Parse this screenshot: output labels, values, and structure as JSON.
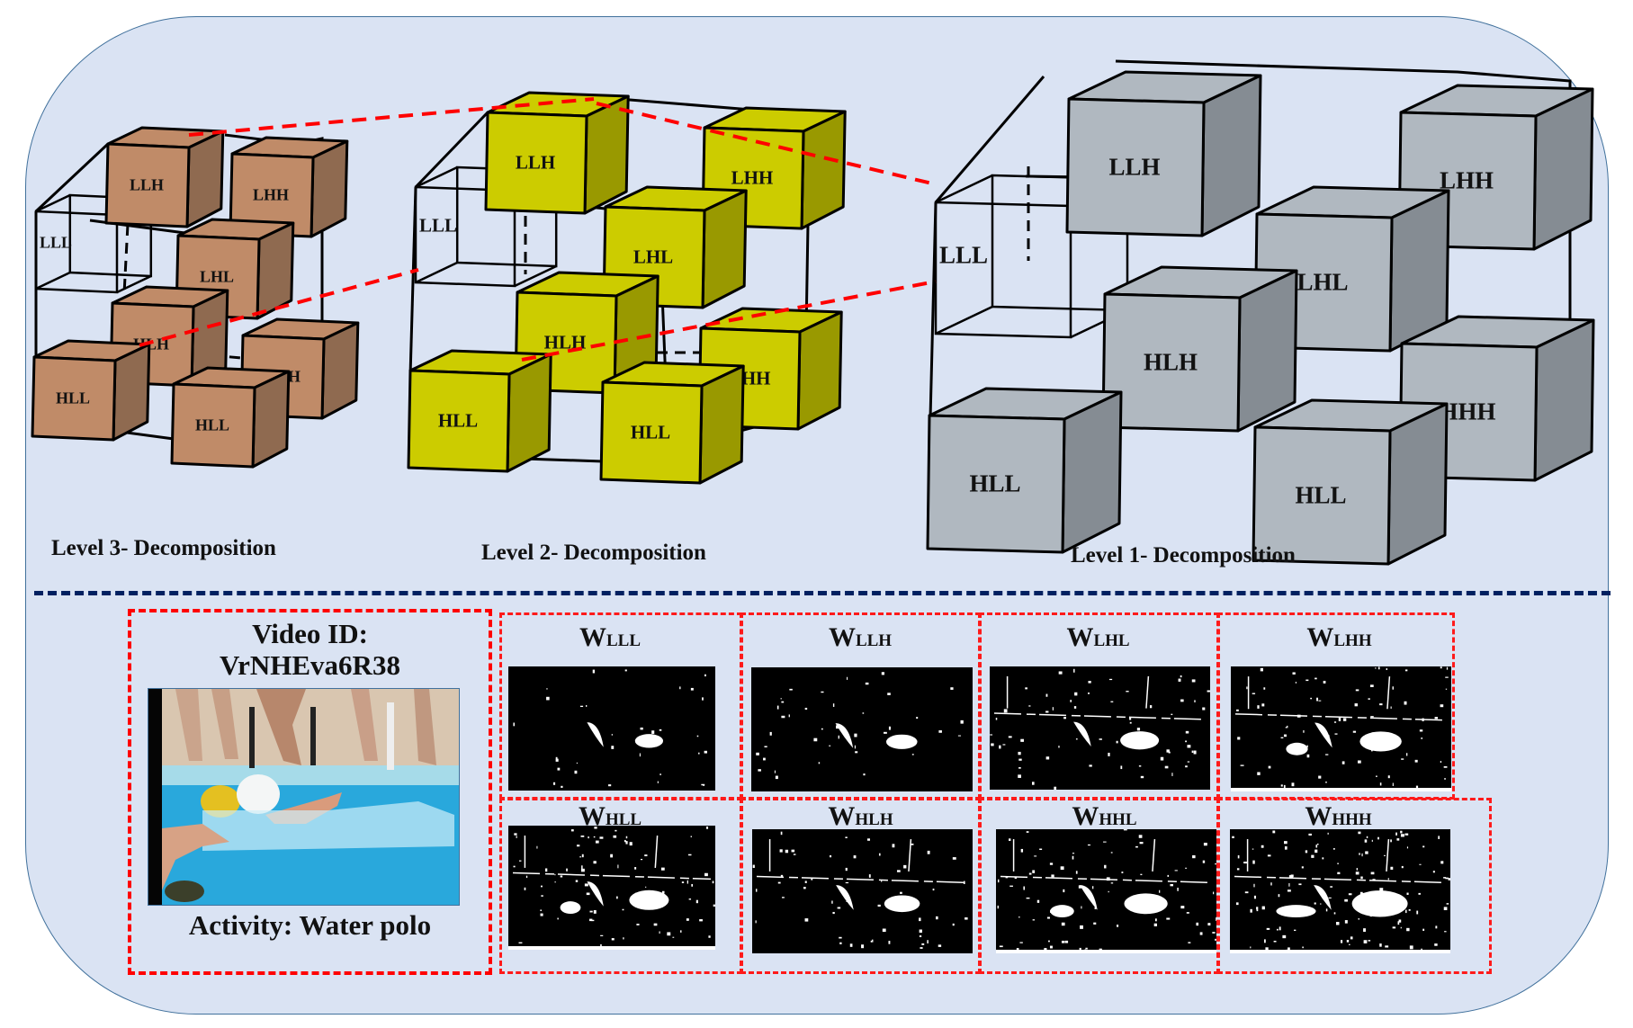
{
  "diagram": {
    "title": "3D discrete wavelet decomposition of video",
    "colors": {
      "panel_background": "#dae3f3",
      "panel_border": "#41719c",
      "level3_cube_front": "#c08b68",
      "level3_cube_side": "#8f6a50",
      "level2_cube_front": "#cccc00",
      "level2_cube_side": "#999900",
      "level1_cube_front": "#b0b8c0",
      "level1_cube_side": "#858c93",
      "connector_line": "#ff0000",
      "divider": "#002060"
    },
    "levels": [
      {
        "caption": "Level 3- Decomposition",
        "subbands": [
          "LLL",
          "LLH",
          "LHH",
          "LHL",
          "HLH",
          "HHH",
          "HLL",
          "HLL"
        ]
      },
      {
        "caption": "Level 2- Decomposition",
        "subbands": [
          "LLL",
          "LLH",
          "LHH",
          "LHL",
          "HLH",
          "HHH",
          "HLL",
          "HLL"
        ]
      },
      {
        "caption": "Level 1- Decomposition",
        "subbands": [
          "LLL",
          "LLH",
          "LHH",
          "LHL",
          "HLH",
          "HHH",
          "HLL",
          "HLL"
        ]
      }
    ]
  },
  "video": {
    "id_label": "Video ID:",
    "id_value": "VrNHEva6R38",
    "activity_label": "Activity: Water polo"
  },
  "wavelet_outputs": [
    {
      "prefix": "W",
      "sub": "LLL"
    },
    {
      "prefix": "W",
      "sub": "LLH"
    },
    {
      "prefix": "W",
      "sub": "LHL"
    },
    {
      "prefix": "W",
      "sub": "LHH"
    },
    {
      "prefix": "W",
      "sub": "HLL"
    },
    {
      "prefix": "W",
      "sub": "HLH"
    },
    {
      "prefix": "W",
      "sub": "HHL"
    },
    {
      "prefix": "W",
      "sub": "HHH"
    }
  ]
}
